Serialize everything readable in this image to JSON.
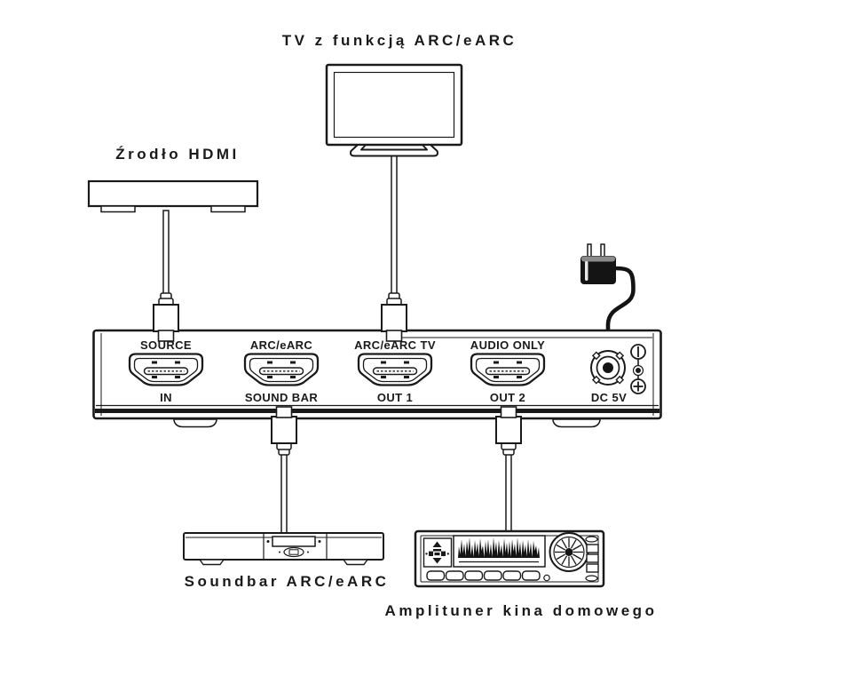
{
  "labels": {
    "tv": "TV z funkcją ARC/eARC",
    "source": "Źrodło HDMI",
    "soundbar": "Soundbar ARC/eARC",
    "amplifier": "Amplituner kina domowego"
  },
  "panel": {
    "ports": [
      {
        "top": "SOURCE",
        "bottom": "IN"
      },
      {
        "top": "ARC/eARC",
        "bottom": "SOUND BAR"
      },
      {
        "top": "ARC/eARC TV",
        "bottom": "OUT 1"
      },
      {
        "top": "AUDIO ONLY",
        "bottom": "OUT 2"
      }
    ],
    "power": {
      "label": "DC 5V"
    }
  },
  "icons": {
    "polarity": "dc-polarity-center-positive-icon"
  },
  "colors": {
    "line": "#1a1a1a",
    "background": "#ffffff"
  }
}
